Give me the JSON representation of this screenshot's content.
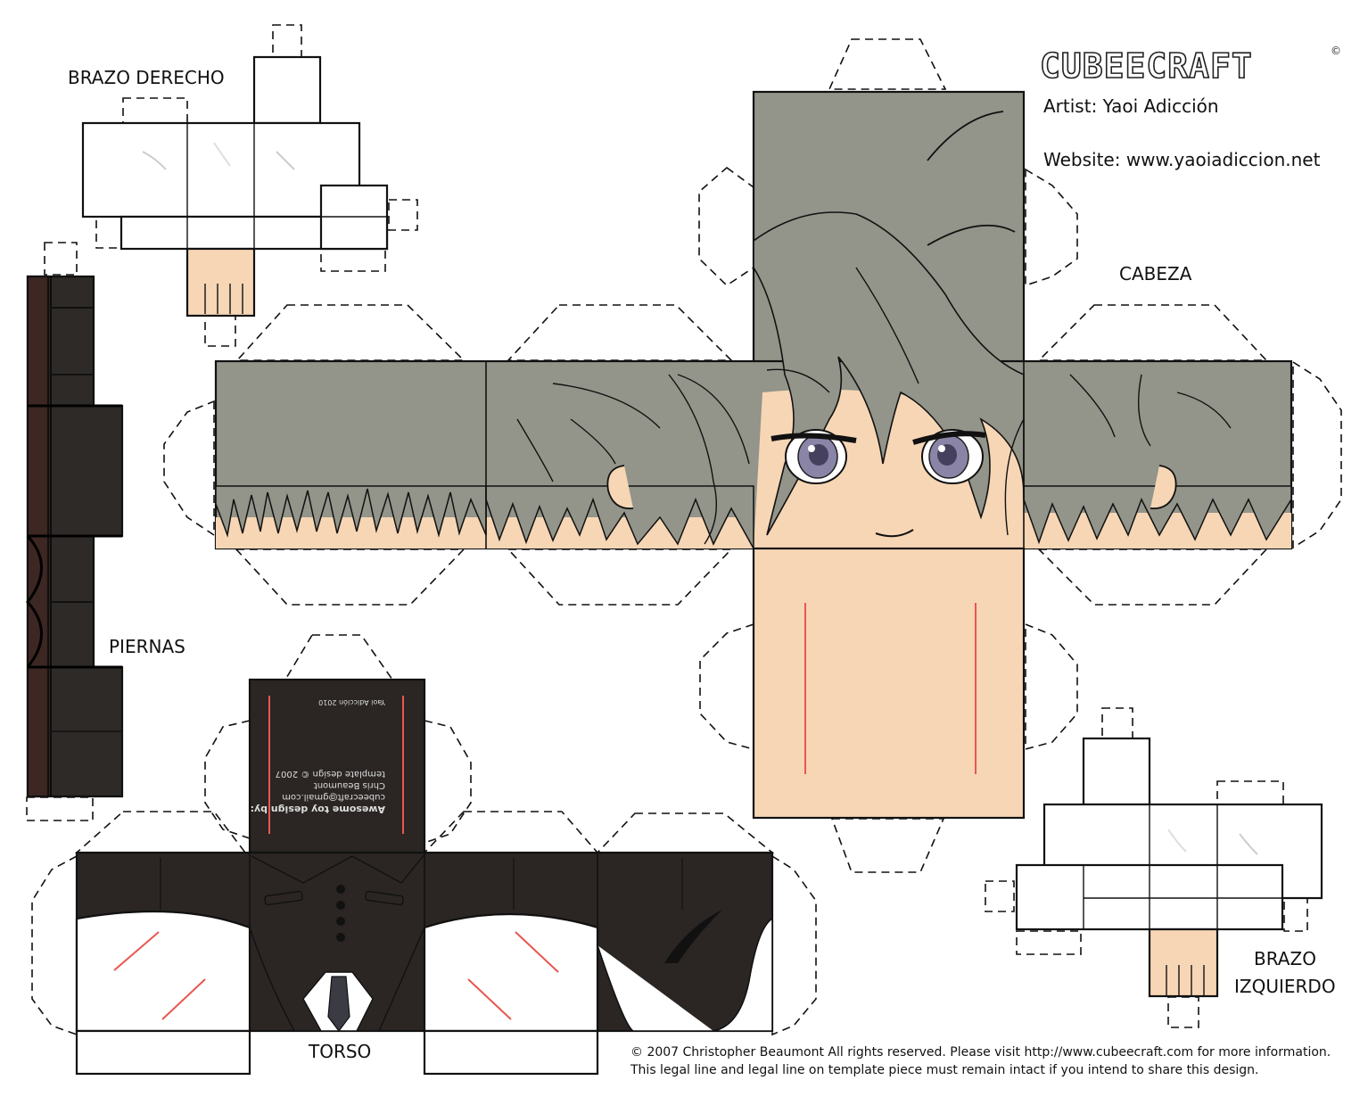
{
  "brand": {
    "logo": "CUBEECRAFT",
    "copyright_mark": "©"
  },
  "credits": {
    "artist": "Artist: Yaoi Adicción",
    "website": "Website: www.yaoiadiccion.net"
  },
  "labels": {
    "right_arm": "BRAZO DERECHO",
    "head": "CABEZA",
    "legs": "PIERNAS",
    "torso": "TORSO",
    "left_arm_line1": "BRAZO",
    "left_arm_line2": "IZQUIERDO"
  },
  "template_note": {
    "line1": "Awesome toy design by:",
    "line2": "cubeecraft@gmail.com",
    "line3": "Chris Beaumont",
    "line4": "template design © 2007",
    "line5": "Yaoi Adicción  2010"
  },
  "legal": {
    "line1": "© 2007 Christopher Beaumont All rights reserved. Please visit http://www.cubeecraft.com for more information.",
    "line2": "This legal line and legal line on template piece must remain intact if you intend to share this design."
  },
  "colors": {
    "hair": "#93948a",
    "skin": "#f6d6b5",
    "suit": "#2b2624",
    "leg_dark": "#2e2a27",
    "leg_brown": "#3d2723",
    "outline": "#111111",
    "accent_red": "#e8574f",
    "eye": "#8a84a6"
  }
}
